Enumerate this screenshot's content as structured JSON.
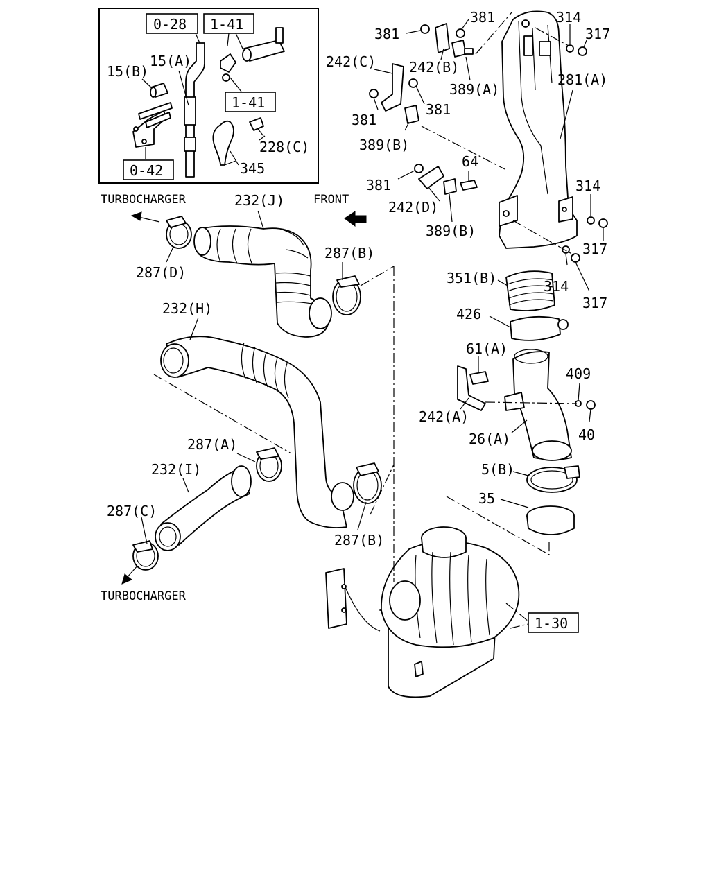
{
  "diagram": {
    "inset_refs": {
      "ref_0_28": "0-28",
      "ref_1_41_top": "1-41",
      "ref_1_41_mid": "1-41",
      "ref_0_42": "0-42"
    },
    "inset_labels": {
      "p15b": "15(B)",
      "p15a": "15(A)",
      "p228c": "228(C)",
      "p345": "345"
    },
    "directions": {
      "turbo_top": "TURBOCHARGER",
      "turbo_bottom": "TURBOCHARGER",
      "front": "FRONT"
    },
    "ref_1_30": "1-30",
    "labels": {
      "l381_a": "381",
      "l381_b": "381",
      "l314_top": "314",
      "l317_top": "317",
      "l242c": "242(C)",
      "l242b": "242(B)",
      "l389a": "389(A)",
      "l281a": "281(A)",
      "l381_c": "381",
      "l381_d": "381",
      "l389b_top": "389(B)",
      "l64": "64",
      "l381_e": "381",
      "l242d": "242(D)",
      "l389b_mid": "389(B)",
      "l314_mid": "314",
      "l317_mid": "317",
      "l314_low": "314",
      "l317_low": "317",
      "l351b": "351(B)",
      "l426": "426",
      "l61a": "61(A)",
      "l409": "409",
      "l242a": "242(A)",
      "l40": "40",
      "l26a": "26(A)",
      "l5b": "5(B)",
      "l35": "35",
      "l232j": "232(J)",
      "l287d": "287(D)",
      "l287b_top": "287(B)",
      "l232h": "232(H)",
      "l287a": "287(A)",
      "l232i": "232(I)",
      "l287c": "287(C)",
      "l287b_low": "287(B)"
    }
  }
}
